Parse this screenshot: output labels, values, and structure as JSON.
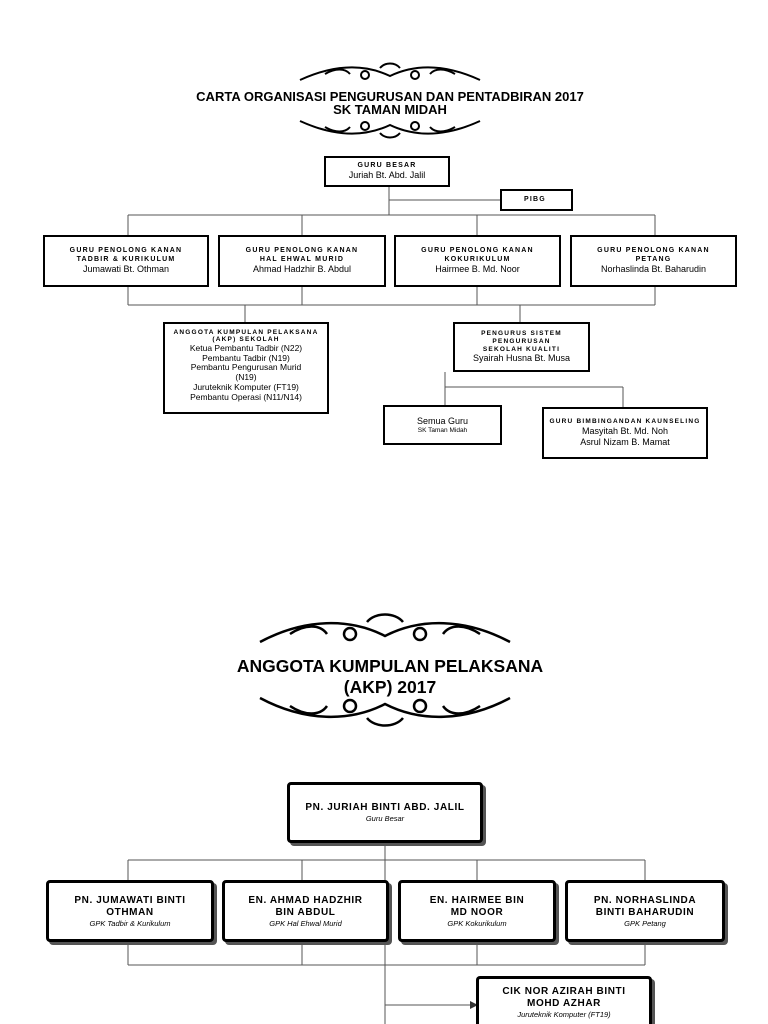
{
  "chart1": {
    "title_line1": "CARTA ORGANISASI PENGURUSAN DAN PENTADBIRAN 2017",
    "title_line2": "SK TAMAN MIDAH",
    "guru_besar": {
      "title": "GURU BESAR",
      "name": "Juriah Bt. Abd. Jalil"
    },
    "pibg": "PIBG",
    "gpk": [
      {
        "title_l1": "GURU PENOLONG KANAN",
        "title_l2": "TADBIR & KURIKULUM",
        "name": "Jumawati Bt. Othman"
      },
      {
        "title_l1": "GURU PENOLONG KANAN",
        "title_l2": "HAL EHWAL MURID",
        "name": "Ahmad Hadzhir B. Abdul"
      },
      {
        "title_l1": "GURU PENOLONG KANAN",
        "title_l2": "KOKURIKULUM",
        "name": "Hairmee B. Md. Noor"
      },
      {
        "title_l1": "GURU PENOLONG KANAN",
        "title_l2": "PETANG",
        "name": "Norhaslinda Bt. Baharudin"
      }
    ],
    "akp": {
      "title_l1": "ANGGOTA KUMPULAN PELAKSANA",
      "title_l2": "(AKP) SEKOLAH",
      "members": [
        "Ketua Pembantu Tadbir (N22)",
        "Pembantu Tadbir (N19)",
        "Pembantu Pengurusan Murid",
        "(N19)",
        "Juruteknik Komputer (FT19)",
        "Pembantu Operasi (N11/N14)"
      ]
    },
    "sspk": {
      "title_l1": "PENGURUS SISTEM PENGURUSAN",
      "title_l2": "SEKOLAH KUALITI",
      "name": "Syairah Husna Bt. Musa"
    },
    "semua_guru": {
      "label": "Semua Guru",
      "sub": "SK Taman Midah"
    },
    "kaunseling": {
      "title": "GURU BIMBINGANDAN KAUNSELING",
      "names": [
        "Masyitah Bt. Md. Noh",
        "Asrul Nizam B. Mamat"
      ]
    }
  },
  "chart2": {
    "title_line1": "ANGGOTA KUMPULAN PELAKSANA",
    "title_line2": "(AKP) 2017",
    "top": {
      "name": "PN. JURIAH BINTI ABD. JALIL",
      "role": "Guru Besar"
    },
    "row": [
      {
        "name_l1": "PN. JUMAWATI BINTI",
        "name_l2": "OTHMAN",
        "role": "GPK Tadbir & Kurikulum"
      },
      {
        "name_l1": "EN. AHMAD HADZHIR",
        "name_l2": "BIN ABDUL",
        "role": "GPK Hal Ehwal Murid"
      },
      {
        "name_l1": "EN. HAIRMEE BIN",
        "name_l2": "MD NOOR",
        "role": "GPK Kokurikulum"
      },
      {
        "name_l1": "PN. NORHASLINDA",
        "name_l2": "BINTI BAHARUDIN",
        "role": "GPK Petang"
      }
    ],
    "juruteknik": {
      "name_l1": "CIK NOR AZIRAH BINTI",
      "name_l2": "MOHD AZHAR",
      "role": "Juruteknik Komputer (FT19)"
    }
  }
}
